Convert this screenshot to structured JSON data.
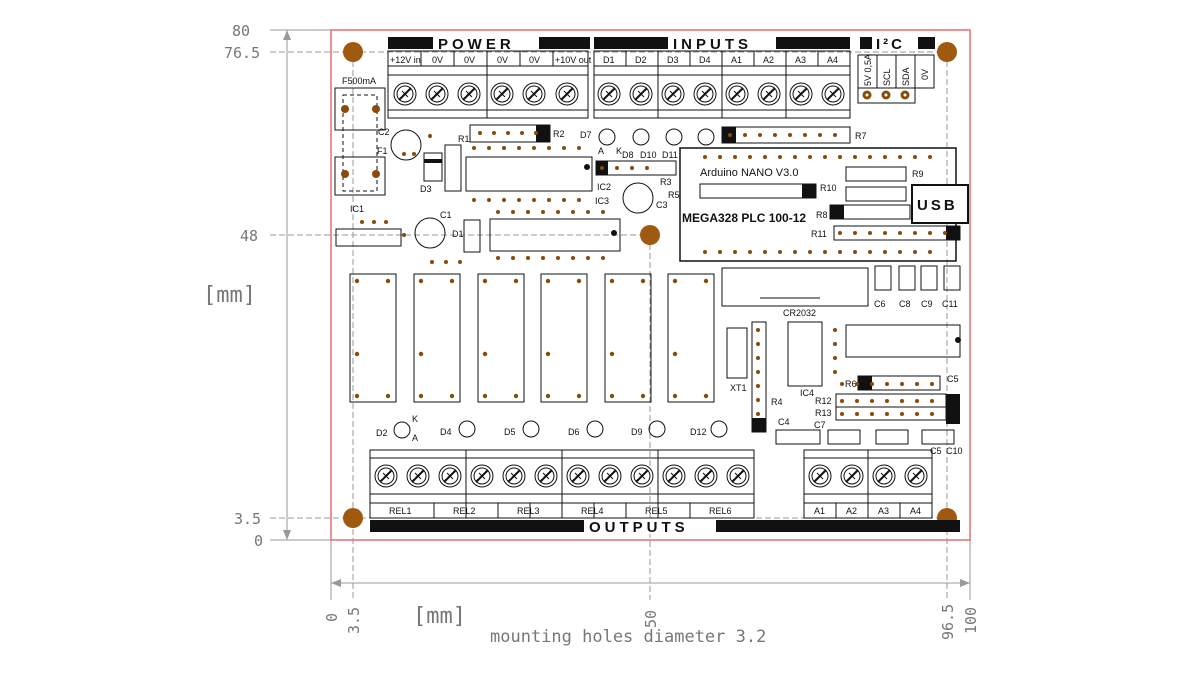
{
  "dimensions": {
    "y_ticks": [
      "80",
      "76.5",
      "48",
      "3.5",
      "0"
    ],
    "x_ticks": [
      "0",
      "3.5",
      "50",
      "96.5",
      "100"
    ],
    "unit_left": "[mm]",
    "unit_bottom": "[mm]",
    "note": "mounting holes diameter 3.2"
  },
  "headers": {
    "power": "POWER",
    "inputs": "INPUTS",
    "i2c": "I²C",
    "outputs": "OUTPUTS",
    "usb": "USB"
  },
  "power_terminals": [
    "+12V in",
    "0V",
    "0V",
    "0V",
    "0V",
    "+10V out"
  ],
  "input_terminals": [
    "D1",
    "D2",
    "D3",
    "D4",
    "A1",
    "A2",
    "A3",
    "A4"
  ],
  "i2c_pins": [
    "5V 0,5A",
    "SCL",
    "SDA",
    "0V"
  ],
  "relay_labels": [
    "REL1",
    "REL2",
    "REL3",
    "REL4",
    "REL5",
    "REL6"
  ],
  "analog_outputs": [
    "A1",
    "A2",
    "A3",
    "A4"
  ],
  "components": {
    "fuse": "F500mA",
    "f1": "F1",
    "c2": "C2",
    "r1": "R1",
    "r2": "R2",
    "d3": "D3",
    "ic1": "IC1",
    "c1": "C1",
    "d1": "D1",
    "ic2": "IC2",
    "ic3": "IC3",
    "r3": "R3",
    "r5": "R5",
    "c3": "C3",
    "d7": "D7",
    "a": "A",
    "k": "K",
    "d8": "D8",
    "d10": "D10",
    "d11": "D11",
    "r7": "R7",
    "arduino": "Arduino NANO V3.0",
    "mega": "MEGA328 PLC 100-12",
    "r9": "R9",
    "r10": "R10",
    "r8": "R8",
    "r11": "R11",
    "c6": "C6",
    "c8": "C8",
    "c9": "C9",
    "c11": "C11",
    "cr2032": "CR2032",
    "xt1": "XT1",
    "ic4": "IC4",
    "r4": "R4",
    "r6": "R6",
    "c5a": "C5",
    "r12": "R12",
    "r13": "R13",
    "c4": "C4",
    "c7": "C7",
    "c5b": "C5",
    "c10": "C10",
    "d2": "D2",
    "d2k": "K",
    "d2a": "A",
    "d4": "D4",
    "d5": "D5",
    "d6": "D6",
    "d9": "D9",
    "d12": "D12"
  },
  "colors": {
    "board_outline": "#e07070",
    "hole": "#a05a10",
    "pad": "#8a4a0a",
    "header_bar": "#111111",
    "dim_line": "#888888"
  }
}
